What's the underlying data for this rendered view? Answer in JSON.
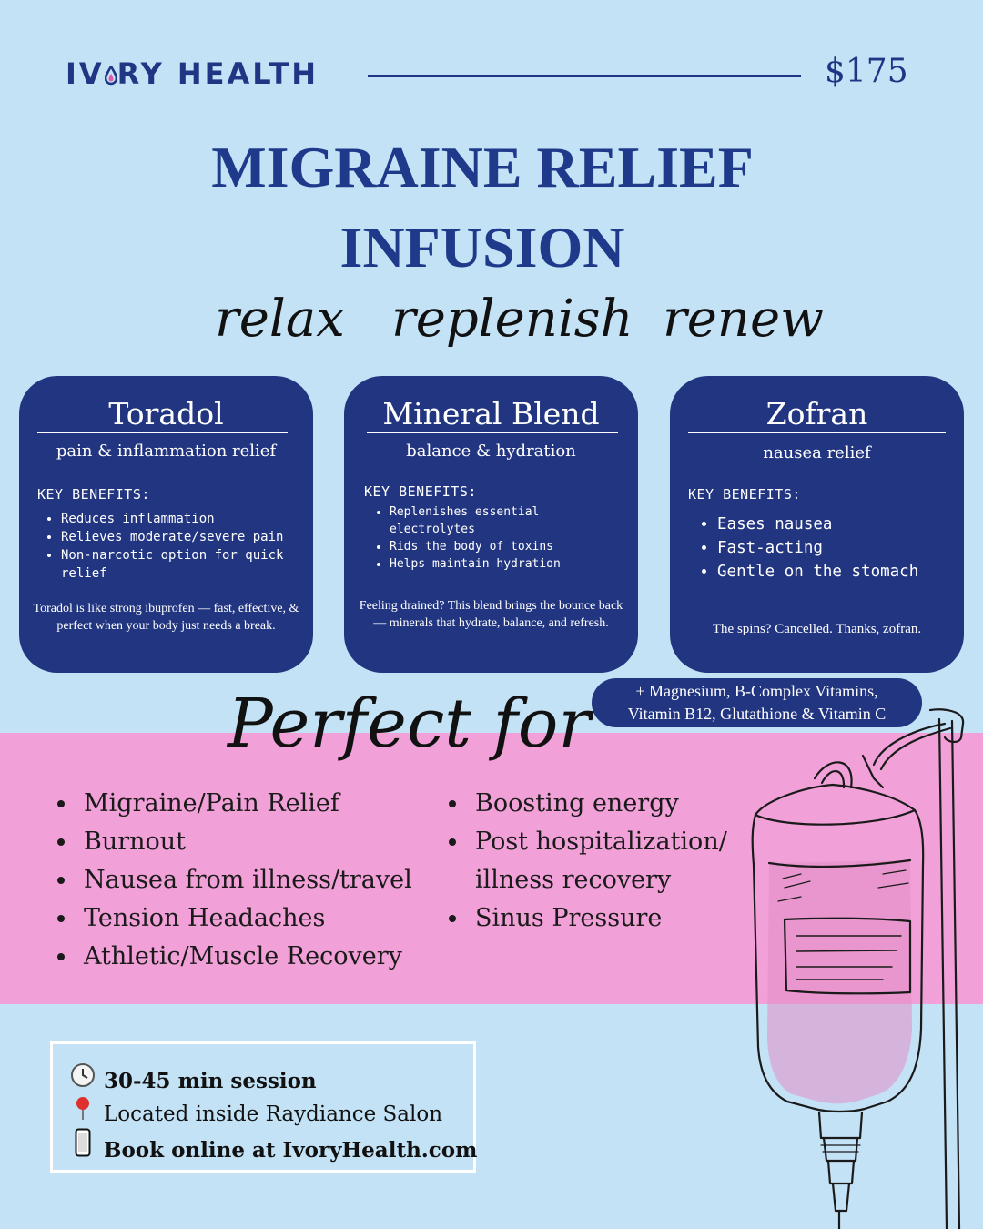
{
  "header": {
    "brand": "IVORY HEALTH",
    "brand_left": "IV",
    "brand_right": "RY HEALTH",
    "price": "$175"
  },
  "title": {
    "line1": "MIGRAINE RELIEF",
    "line2": "INFUSION"
  },
  "tagline": [
    "relax",
    "replenish",
    "renew"
  ],
  "cards": [
    {
      "title": "Toradol",
      "subtitle": "pain & inflammation relief",
      "key_benefits_label": "KEY BENEFITS:",
      "benefits": [
        "Reduces inflammation",
        "Relieves moderate/severe pain",
        "Non-narcotic option for quick relief"
      ],
      "note": "Toradol is like strong ibuprofen — fast, effective, & perfect when your body just needs a break."
    },
    {
      "title": "Mineral Blend",
      "subtitle": "balance & hydration",
      "key_benefits_label": "KEY BENEFITS:",
      "benefits": [
        "Replenishes essential electrolytes",
        "Rids the body of toxins",
        "Helps maintain hydration"
      ],
      "note": "Feeling drained? This blend brings the bounce back — minerals that hydrate, balance, and refresh."
    },
    {
      "title": "Zofran",
      "subtitle": "nausea relief",
      "key_benefits_label": "KEY BENEFITS:",
      "benefits": [
        "Eases nausea",
        "Fast-acting",
        "Gentle on the stomach"
      ],
      "note": "The spins? Cancelled. Thanks, zofran."
    }
  ],
  "addons": {
    "line1": "+ Magnesium,  B-Complex Vitamins,",
    "line2": "Vitamin B12, Glutathione & Vitamin C"
  },
  "perfect_for": {
    "heading": "Perfect for",
    "left": [
      "Migraine/Pain Relief",
      "Burnout",
      "Nausea from illness/travel",
      "Tension Headaches",
      "Athletic/Muscle Recovery"
    ],
    "right": [
      "Boosting energy",
      "Post hospitalization/ illness recovery",
      "Sinus Pressure"
    ]
  },
  "info": {
    "session": "30-45 min session",
    "location": "Located inside Raydiance Salon",
    "booking": "Book online at IvoryHealth.com",
    "icons": [
      "clock-icon",
      "pin-icon",
      "phone-icon"
    ]
  },
  "colors": {
    "background": "#c3e2f6",
    "navy": "#223580",
    "pink_band": "#f2a0d8"
  }
}
